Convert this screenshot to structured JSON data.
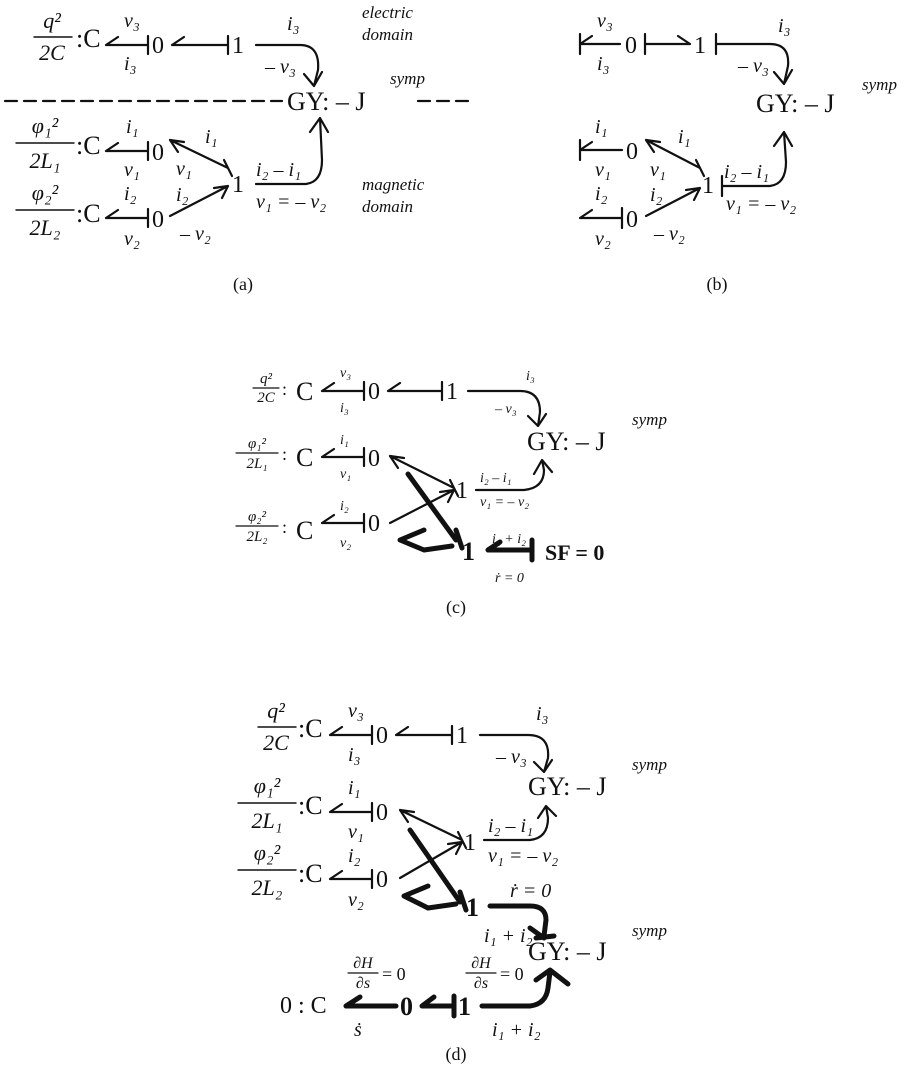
{
  "panels": [
    {
      "id": "a",
      "caption": "(a)",
      "energy_c1_num": "q²",
      "energy_c1_den": "2C",
      "energy_c2_num": "φ₁²",
      "energy_c2_den": "2L₁",
      "energy_c3_num": "φ₂²",
      "energy_c3_den": "2L₂",
      "storage": ":C",
      "zero": "0",
      "one": "1",
      "gyrator": "GY: – J",
      "sup": "symp",
      "lbl_v3": "v₃",
      "lbl_i3": "i₃",
      "lbl_i3_top": "i₃",
      "lbl_minus_v3": "– v₃",
      "lbl_i1": "i₁",
      "lbl_v1": "v₁",
      "lbl_i1_mid": "i₁",
      "lbl_v1_mid": "v₁",
      "lbl_i2": "i₂",
      "lbl_v2": "v₂",
      "lbl_i2_mid": "i₂",
      "lbl_minus_v2": "– v₂",
      "lbl_i2_minus_i1": "i₂ – i₁",
      "lbl_v1_eq": "v₁ = – v₂",
      "electric": "electric",
      "electric_domain": "domain",
      "magnetic": "magnetic",
      "magnetic_domain": "domain"
    },
    {
      "id": "b",
      "caption": "(b)",
      "zero": "0",
      "one": "1",
      "gyrator": "GY: – J",
      "sup": "symp",
      "lbl_v3": "v₃",
      "lbl_i3": "i₃",
      "lbl_i3_top": "i₃",
      "lbl_minus_v3": "– v₃",
      "lbl_i1": "i₁",
      "lbl_v1": "v₁",
      "lbl_i1_mid": "i₁",
      "lbl_v1_mid": "v₁",
      "lbl_i2": "i₂",
      "lbl_v2": "v₂",
      "lbl_i2_mid": "i₂",
      "lbl_minus_v2": "– v₂",
      "lbl_i2_minus_i1": "i₂ – i₁",
      "lbl_v1_eq": "v₁ = – v₂"
    },
    {
      "id": "c",
      "caption": "(c)",
      "energy_c1_num": "q²",
      "energy_c1_den": "2C",
      "energy_c2_num": "φ₁²",
      "energy_c2_den": "2L₁",
      "energy_c3_num": "φ₂²",
      "energy_c3_den": "2L₂",
      "colon": ":",
      "storage": "C",
      "zero": "0",
      "one": "1",
      "gyrator": "GY: – J",
      "sup": "symp",
      "lbl_v3": "v₃",
      "lbl_i3": "i₃",
      "lbl_i3_top": "i₃",
      "lbl_minus_v3": "– v₃",
      "lbl_i1": "i₁",
      "lbl_v1": "v₁",
      "lbl_i2": "i₂",
      "lbl_v2": "v₂",
      "lbl_i2_minus_i1": "i₂ – i₁",
      "lbl_v1_eq": "v₁ = – v₂",
      "lbl_i1_plus_i2": "i₁ + i₂",
      "lbl_r_eq": "ṙ = 0",
      "source": "SF = 0"
    },
    {
      "id": "d",
      "caption": "(d)",
      "energy_c1_num": "q²",
      "energy_c1_den": "2C",
      "energy_c2_num": "φ₁²",
      "energy_c2_den": "2L₁",
      "energy_c3_num": "φ₂²",
      "energy_c3_den": "2L₂",
      "storage": ":C",
      "zero": "0",
      "one": "1",
      "gyrator": "GY: – J",
      "sup": "symp",
      "lbl_v3": "v₃",
      "lbl_i3": "i₃",
      "lbl_i3_top": "i₃",
      "lbl_minus_v3": "– v₃",
      "lbl_i1": "i₁",
      "lbl_v1": "v₁",
      "lbl_i2": "i₂",
      "lbl_v2": "v₂",
      "lbl_i2_minus_i1": "i₂ – i₁",
      "lbl_v1_eq": "v₁ = – v₂",
      "lbl_r_eq": "ṙ = 0",
      "lbl_i1_plus_i2": "i₁ + i₂",
      "lbl_i1_plus_i2_low": "i₁ + i₂",
      "dH_num": "∂H",
      "dH_den": "∂s",
      "dH_eq": "= 0",
      "dH2_num": "∂H",
      "dH2_den": "∂s",
      "dH2_eq": "= 0",
      "lbl_sdot": "ṡ",
      "entropy_store": "0 : C"
    }
  ]
}
